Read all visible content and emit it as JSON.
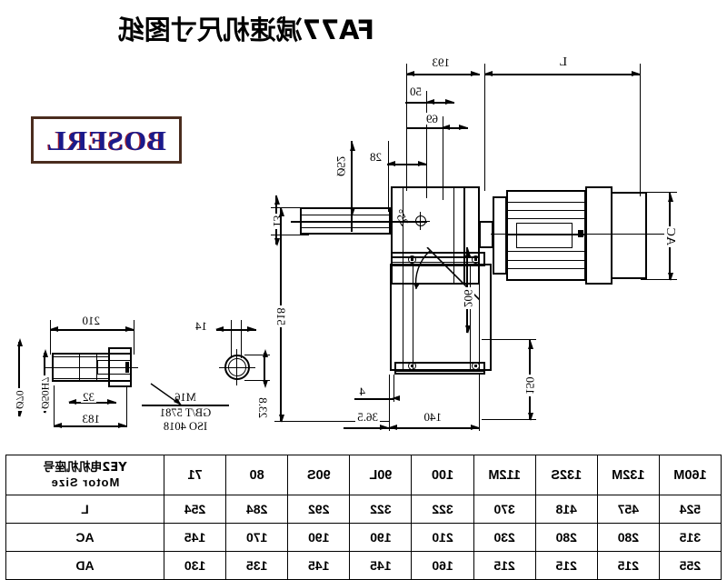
{
  "document": {
    "title": "FA77减速机尺寸图纸",
    "brand": "BOSERL"
  },
  "drawing": {
    "dimensions": {
      "L": "L",
      "d193": "193",
      "d50": "50",
      "d69": "69",
      "d28": "28",
      "dia52": "Ø52",
      "d13": "13",
      "d518": "518",
      "AC": "AC",
      "d206": "206",
      "d150": "150",
      "d140": "140",
      "d4": "4",
      "d36_5": "36.5",
      "angle25": "25°"
    },
    "bolt_detail": {
      "d14": "14",
      "d23_8": "23.8",
      "spec": "M16",
      "standard_gb": "GB/T 5781",
      "standard_iso": "ISO 4018"
    },
    "shaft_detail": {
      "d210": "210",
      "d32": "32",
      "d183": "183",
      "dia50h7": "Ø50H7",
      "dia70": "Ø70"
    }
  },
  "table": {
    "header_label_cn": "YE2电机机座号",
    "header_label_en": "Motor Size",
    "columns": [
      "71",
      "80",
      "90S",
      "90L",
      "100",
      "112M",
      "132S",
      "132M",
      "160M"
    ],
    "rows": [
      {
        "label": "L",
        "values": [
          "254",
          "284",
          "292",
          "322",
          "322",
          "370",
          "418",
          "457",
          "524"
        ]
      },
      {
        "label": "AC",
        "values": [
          "145",
          "170",
          "190",
          "190",
          "210",
          "230",
          "280",
          "280",
          "315"
        ]
      },
      {
        "label": "AD",
        "values": [
          "130",
          "135",
          "145",
          "145",
          "160",
          "215",
          "215",
          "215",
          "255"
        ]
      }
    ]
  }
}
